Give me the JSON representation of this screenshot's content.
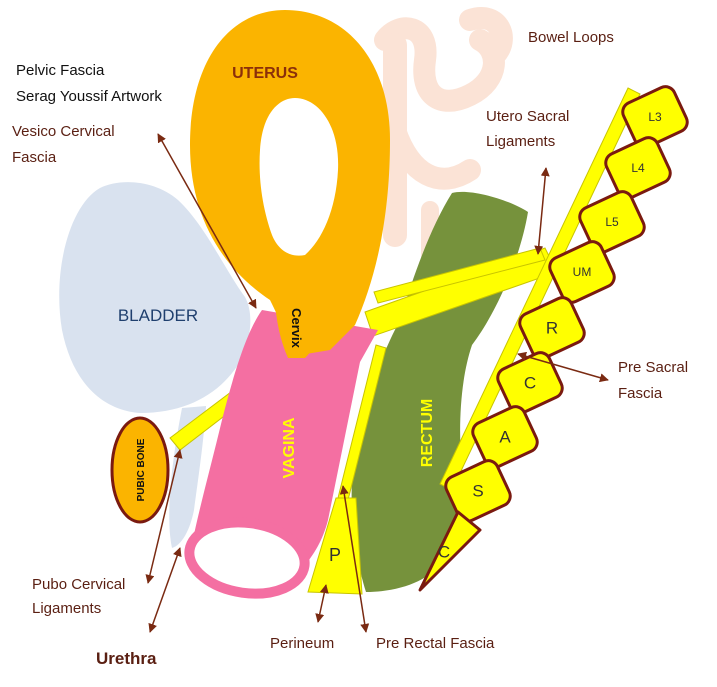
{
  "colors": {
    "uterus": "#fbb400",
    "uterus_text": "#8b2f0a",
    "bladder": "#d9e2ef",
    "bladder_text": "#1f3f6e",
    "vagina": "#f46fa2",
    "rectum": "#76923c",
    "fascia": "#ffff00",
    "label": "#5a1f12",
    "arrow": "#7a2a12",
    "bowel": "#fbe3d6"
  },
  "header": {
    "line1": "Pelvic Fascia",
    "line2": "Serag Youssif Artwork"
  },
  "organs": {
    "uterus": "UTERUS",
    "cervix": "Cervix",
    "bladder": "BLADDER",
    "vagina": "VAGINA",
    "rectum": "RECTUM",
    "pubic_bone": "PUBIC BONE",
    "perineal_body": "P"
  },
  "vertebrae": [
    "L3",
    "L4",
    "L5",
    "UM",
    "R",
    "C",
    "A",
    "S",
    "C"
  ],
  "labels": {
    "bowel_loops": "Bowel Loops",
    "vesico_cervical_1": "Vesico Cervical",
    "vesico_cervical_2": "Fascia",
    "utero_sacral_1": "Utero Sacral",
    "utero_sacral_2": "Ligaments",
    "pre_sacral_1": "Pre Sacral",
    "pre_sacral_2": "Fascia",
    "pubo_cervical_1": "Pubo Cervical",
    "pubo_cervical_2": "Ligaments",
    "urethra": "Urethra",
    "perineum": "Perineum",
    "pre_rectal": "Pre Rectal Fascia"
  }
}
